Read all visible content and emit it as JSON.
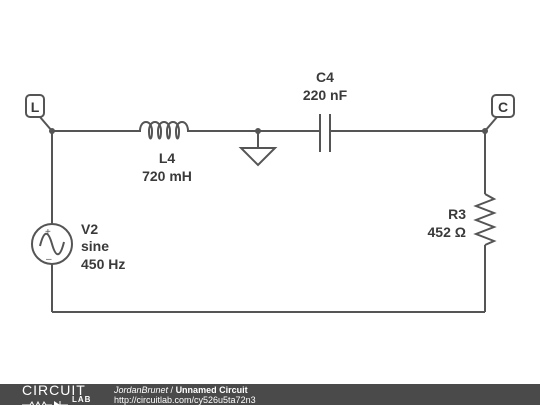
{
  "components": {
    "inductor": {
      "ref": "L4",
      "value": "720 mH"
    },
    "capacitor": {
      "ref": "C4",
      "value": "220 nF"
    },
    "resistor": {
      "ref": "R3",
      "value": "452 Ω"
    },
    "source": {
      "ref": "V2",
      "type": "sine",
      "frequency": "450 Hz"
    }
  },
  "probes": {
    "left": "L",
    "right": "C"
  },
  "footer": {
    "brand_top": "CIRCUIT",
    "brand_bottom": "LAB",
    "author": "JordanBrunet",
    "separator": " / ",
    "title": "Unnamed Circuit",
    "url": "http://circuitlab.com/cy526u5ta72n3"
  },
  "colors": {
    "wire": "#555555",
    "text": "#3a3a3a",
    "footer_bg": "#4a4a4a"
  }
}
